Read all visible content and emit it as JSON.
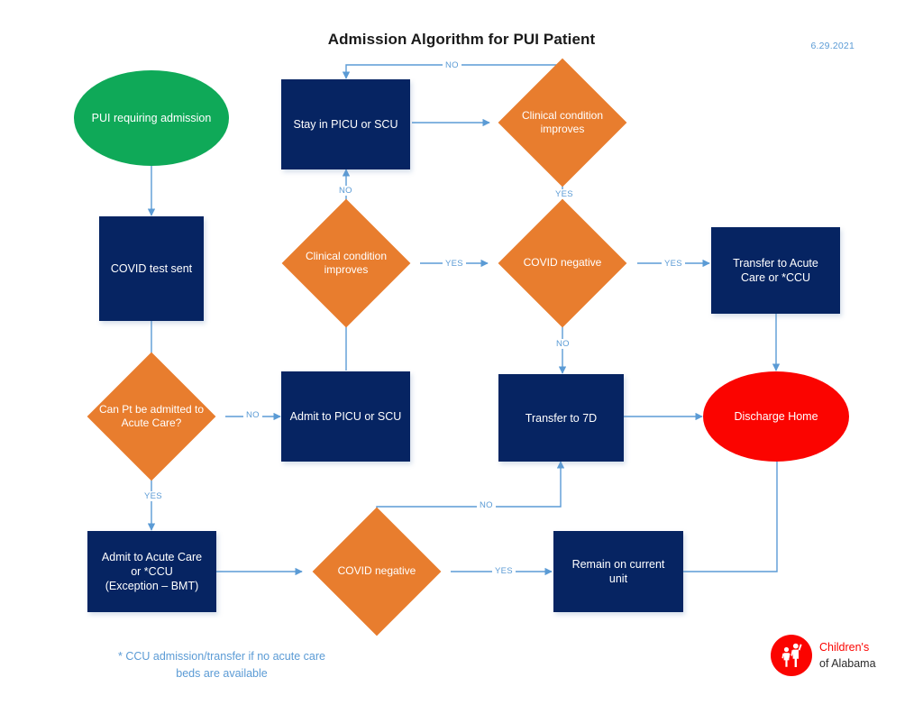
{
  "header": {
    "title": "Admission Algorithm for PUI Patient",
    "date": "6.29.2021"
  },
  "colors": {
    "navy": "#062462",
    "orange": "#E87D2E",
    "green": "#0FA958",
    "red": "#FB0400",
    "connector_blue": "#5B9BD5",
    "background": "#FFFFFF"
  },
  "nodes": {
    "start": {
      "label": "PUI requiring admission",
      "shape": "ellipse",
      "color": "green"
    },
    "covid_test_sent": {
      "label": "COVID test sent",
      "shape": "rectangle",
      "color": "navy"
    },
    "can_pt_acute": {
      "label": "Can Pt be admitted to\nAcute Care?",
      "shape": "diamond",
      "color": "orange"
    },
    "admit_acute_care": {
      "label": "Admit to Acute Care\nor *CCU\n(Exception – BMT)",
      "shape": "rectangle",
      "color": "navy"
    },
    "admit_picu_scu": {
      "label": "Admit to PICU or SCU",
      "shape": "rectangle",
      "color": "navy"
    },
    "stay_picu_scu": {
      "label": "Stay in PICU or SCU",
      "shape": "rectangle",
      "color": "navy"
    },
    "clinical_improves_top": {
      "label": "Clinical condition\nimproves",
      "shape": "diamond",
      "color": "orange"
    },
    "clinical_improves_mid": {
      "label": "Clinical condition\nimproves",
      "shape": "diamond",
      "color": "orange"
    },
    "covid_negative_mid": {
      "label": "COVID negative",
      "shape": "diamond",
      "color": "orange"
    },
    "covid_negative_bottom": {
      "label": "COVID negative",
      "shape": "diamond",
      "color": "orange"
    },
    "transfer_acute": {
      "label": "Transfer to Acute\nCare or *CCU",
      "shape": "rectangle",
      "color": "navy"
    },
    "transfer_7d": {
      "label": "Transfer to 7D",
      "shape": "rectangle",
      "color": "navy"
    },
    "remain_current_unit": {
      "label": "Remain on current\nunit",
      "shape": "rectangle",
      "color": "navy"
    },
    "discharge_home": {
      "label": "Discharge Home",
      "shape": "ellipse",
      "color": "red"
    }
  },
  "edge_labels": {
    "can_pt_no": "NO",
    "can_pt_yes": "YES",
    "clinical_mid_no": "NO",
    "clinical_mid_yes": "YES",
    "clinical_top_no": "NO",
    "clinical_top_yes": "YES",
    "covid_mid_yes": "YES",
    "covid_mid_no": "NO",
    "covid_bottom_yes": "YES",
    "covid_bottom_no": "NO"
  },
  "footnote": {
    "text": "* CCU admission/transfer if no acute care\nbeds are available"
  },
  "logo": {
    "line1": "Children's",
    "line2": "of Alabama"
  },
  "chart_data": {
    "type": "diagram",
    "title": "Admission Algorithm for PUI Patient",
    "flow": [
      {
        "from": "PUI requiring admission",
        "to": "COVID test sent",
        "label": ""
      },
      {
        "from": "COVID test sent",
        "to": "Can Pt be admitted to Acute Care?",
        "label": ""
      },
      {
        "from": "Can Pt be admitted to Acute Care?",
        "to": "Admit to PICU or SCU",
        "label": "NO"
      },
      {
        "from": "Can Pt be admitted to Acute Care?",
        "to": "Admit to Acute Care or *CCU (Exception – BMT)",
        "label": "YES"
      },
      {
        "from": "Admit to Acute Care or *CCU (Exception – BMT)",
        "to": "COVID negative",
        "label": ""
      },
      {
        "from": "COVID negative",
        "to": "Remain on current unit",
        "label": "YES"
      },
      {
        "from": "COVID negative",
        "to": "Transfer to 7D",
        "label": "NO"
      },
      {
        "from": "Remain on current unit",
        "to": "Discharge Home",
        "label": ""
      },
      {
        "from": "Transfer to 7D",
        "to": "Discharge Home",
        "label": ""
      },
      {
        "from": "Admit to PICU or SCU",
        "to": "Clinical condition improves",
        "label": ""
      },
      {
        "from": "Clinical condition improves",
        "to": "Stay in PICU or SCU",
        "label": "NO"
      },
      {
        "from": "Clinical condition improves",
        "to": "COVID negative",
        "label": "YES"
      },
      {
        "from": "Stay in PICU or SCU",
        "to": "Clinical condition improves",
        "label": ""
      },
      {
        "from": "Clinical condition improves",
        "to": "Stay in PICU or SCU",
        "label": "NO"
      },
      {
        "from": "Clinical condition improves",
        "to": "COVID negative",
        "label": "YES"
      },
      {
        "from": "COVID negative",
        "to": "Transfer to Acute Care or *CCU",
        "label": "YES"
      },
      {
        "from": "COVID negative",
        "to": "Transfer to 7D",
        "label": "NO"
      },
      {
        "from": "Transfer to Acute Care or *CCU",
        "to": "Discharge Home",
        "label": ""
      }
    ]
  }
}
